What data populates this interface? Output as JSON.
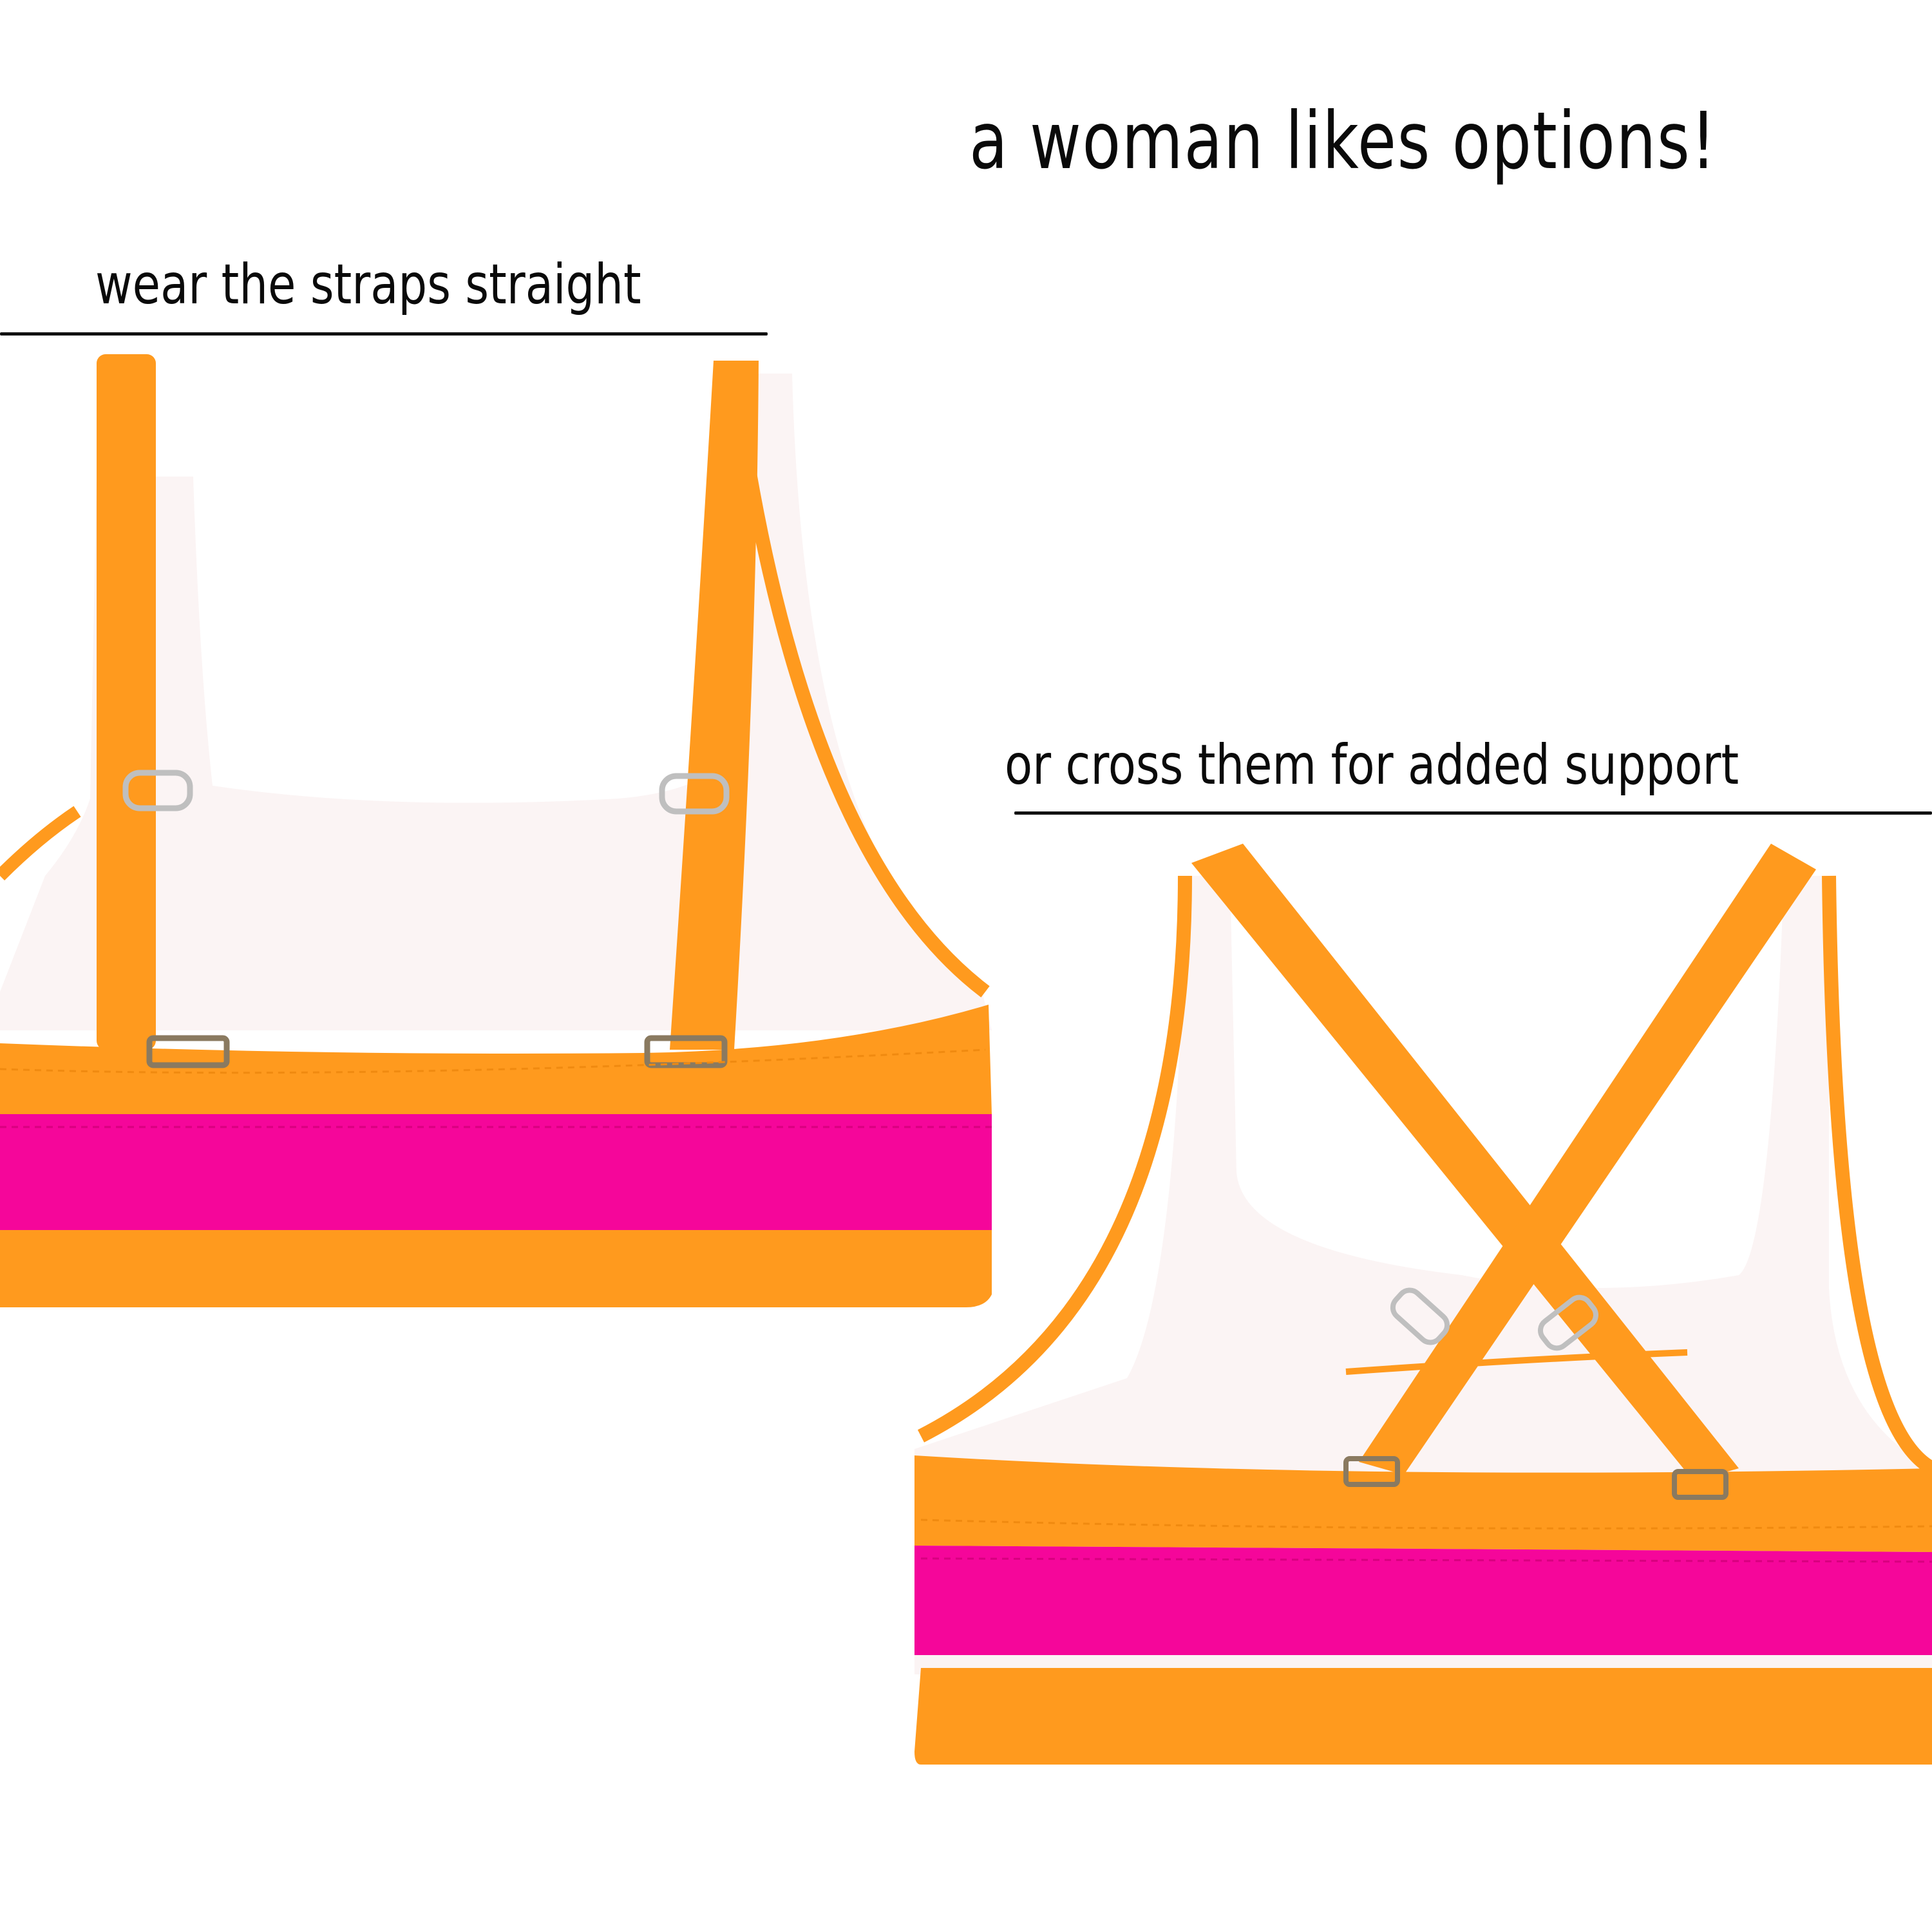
{
  "headline": "a woman likes options!",
  "sections": [
    {
      "id": "straight",
      "caption": "wear the straps straight",
      "image": {
        "subject": "orange and pink colorblock bikini top, back view, straps straight",
        "colors": {
          "orange": "#FF9A1E",
          "pink": "#F5069A",
          "lining": "#FBF4F4",
          "hardware": "#BFBFBF"
        }
      }
    },
    {
      "id": "cross",
      "caption": "or cross them for added support",
      "image": {
        "subject": "orange and pink colorblock bikini top, back view, straps crossed",
        "colors": {
          "orange": "#FF9A1E",
          "pink": "#F5069A",
          "lining": "#FBF4F4",
          "hardware": "#BFBFBF"
        }
      }
    }
  ]
}
